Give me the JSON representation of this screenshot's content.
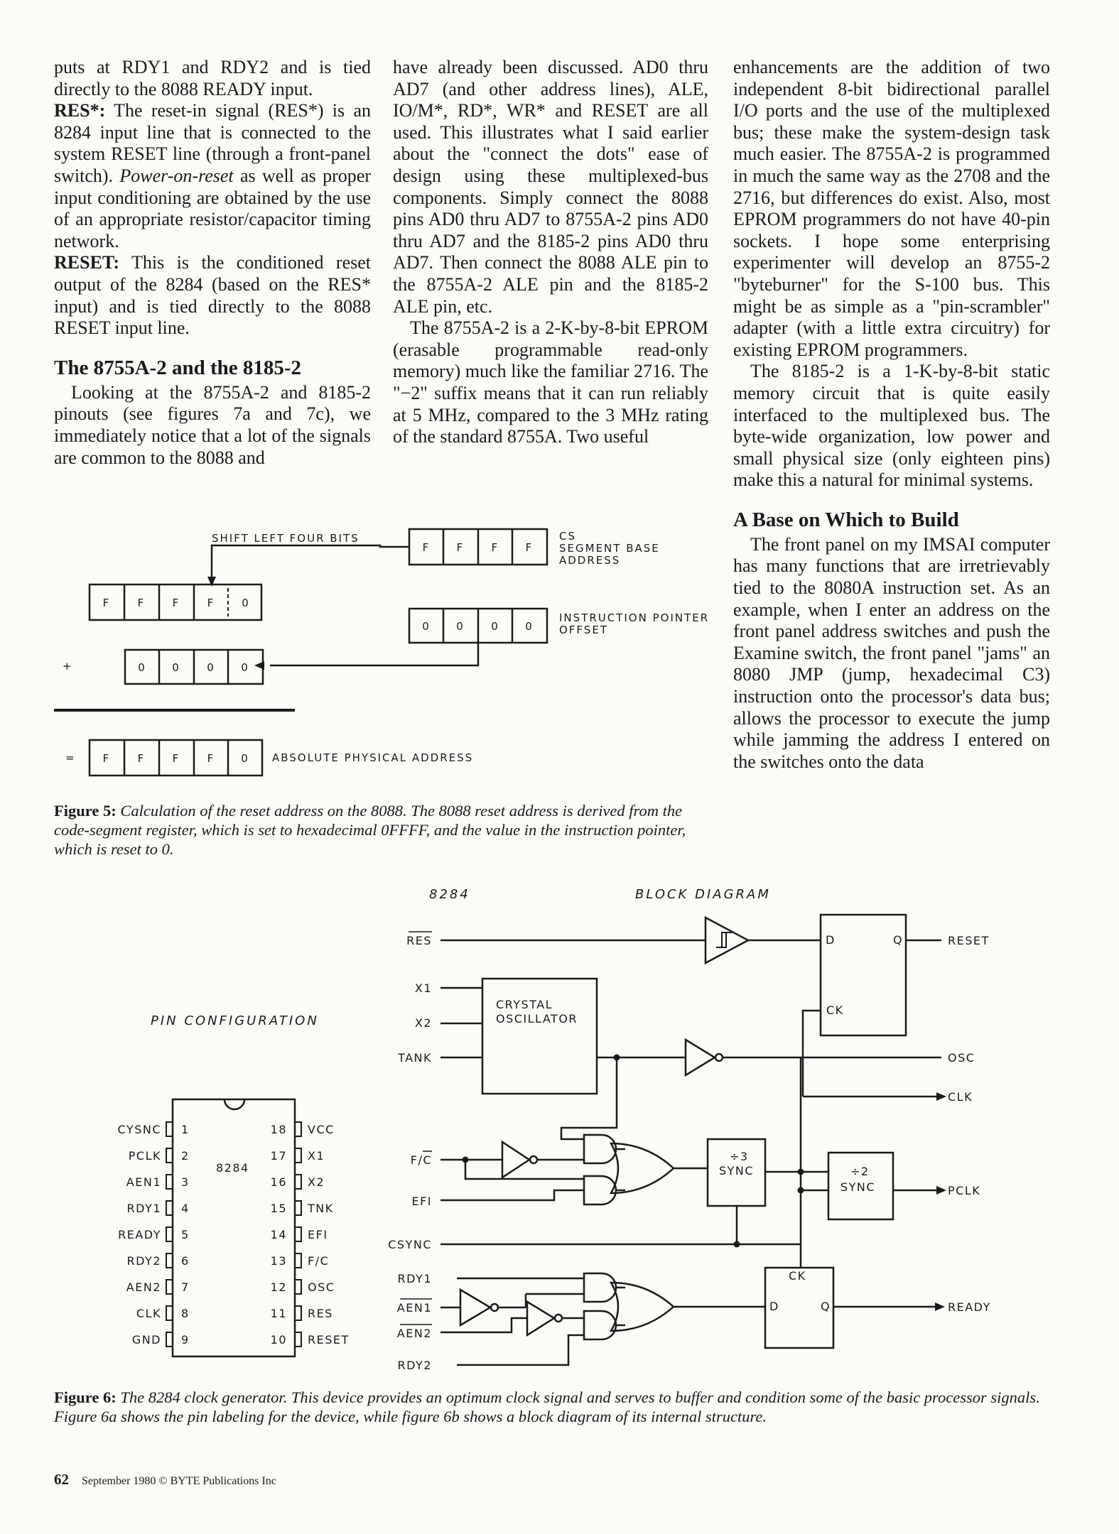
{
  "col1": {
    "p1": "puts at RDY1 and RDY2 and is tied directly to the 8088 READY input.",
    "p2_term": "RES*:",
    "p2_a": " The reset-in signal (RES*) is an 8284 input line that is connected to the system RESET line (through a front-panel switch). ",
    "p2_em": "Power-on-reset",
    "p2_b": " as well as proper input conditioning are obtained by the use of an appropriate resistor/capacitor timing network.",
    "p3_term": "RESET:",
    "p3_a": " This is the conditioned reset output of the 8284 (based on the RES* input) and is tied directly to the 8088 RESET input line.",
    "heading": "The 8755A-2 and the 8185-2",
    "p4": "Looking at the 8755A-2 and 8185-2 pinouts (see figures 7a and 7c), we immediately notice that a lot of the signals are common to the 8088 and"
  },
  "col2": {
    "p1": "have already been discussed. AD0 thru AD7 (and other address lines), ALE, IO/M*, RD*, WR* and RESET are all used. This illustrates what I said earlier about the \"connect the dots\" ease of design using these multiplexed-bus components. Simply connect the 8088 pins AD0 thru AD7 to 8755A-2 pins AD0 thru AD7 and the 8185-2 pins AD0 thru AD7. Then connect the 8088 ALE pin to the 8755A-2 ALE pin and the 8185-2 ALE pin, etc.",
    "p2": "The 8755A-2 is a 2-K-by-8-bit EPROM (erasable programmable read-only memory) much like the familiar 2716. The \"−2\" suffix means that it can run reliably at 5 MHz, compared to the 3 MHz rating of the standard 8755A. Two useful"
  },
  "col3": {
    "p1": "enhancements are the addition of two independent 8-bit bidirectional parallel I/O ports and the use of the multiplexed bus; these make the system-design task much easier. The 8755A-2 is programmed in much the same way as the 2708 and the 2716, but differences do exist. Also, most EPROM programmers do not have 40-pin sockets. I hope some enterprising experimenter will develop an 8755-2 \"byteburner\" for the S-100 bus. This might be as simple as a \"pin-scrambler\" adapter (with a little extra circuitry) for existing EPROM programmers.",
    "p2": "The 8185-2 is a 1-K-by-8-bit static memory circuit that is quite easily interfaced to the multiplexed bus. The byte-wide organization, low power and small physical size (only eighteen pins) make this a natural for minimal systems.",
    "heading": "A Base on Which to Build",
    "p3": "The front panel on my IMSAI computer has many functions that are irretrievably tied to the 8080A instruction set. As an example, when I enter an address on the front panel address switches and push the Examine switch, the front panel \"jams\" an 8080 JMP (jump, hexadecimal C3) instruction onto the processor's data bus; allows the processor to execute the jump while jamming the address I entered on the switches onto the data"
  },
  "figure5": {
    "shift_label": "SHIFT LEFT FOUR BITS",
    "cs_cells": [
      "F",
      "F",
      "F",
      "F"
    ],
    "cs_label": [
      "CS",
      "SEGMENT  BASE",
      "ADDRESS"
    ],
    "shifted_cells": [
      "F",
      "F",
      "F",
      "F",
      "0"
    ],
    "ip_cells": [
      "0",
      "0",
      "0",
      "0"
    ],
    "ip_label": [
      "INSTRUCTION  POINTER",
      "OFFSET"
    ],
    "plus": "+",
    "offset_cells": [
      "0",
      "0",
      "0",
      "0"
    ],
    "equals": "=",
    "result_cells": [
      "F",
      "F",
      "F",
      "F",
      "0"
    ],
    "result_label": "ABSOLUTE  PHYSICAL  ADDRESS",
    "caption_label": "Figure 5:",
    "caption_text": " Calculation of the reset address on the 8088. The 8088 reset address is derived from the code-segment register, which is set to hexadecimal 0FFFF, and the value in the instruction pointer, which is reset to 0."
  },
  "figure6": {
    "title_left": "8284",
    "title_right": "BLOCK  DIAGRAM",
    "pin_title": "PIN  CONFIGURATION",
    "chip_label": "8284",
    "pins_left": [
      {
        "name": "CYSNC",
        "num": "1"
      },
      {
        "name": "PCLK",
        "num": "2"
      },
      {
        "name": "AEN1",
        "num": "3"
      },
      {
        "name": "RDY1",
        "num": "4"
      },
      {
        "name": "READY",
        "num": "5"
      },
      {
        "name": "RDY2",
        "num": "6"
      },
      {
        "name": "AEN2",
        "num": "7"
      },
      {
        "name": "CLK",
        "num": "8"
      },
      {
        "name": "GND",
        "num": "9"
      }
    ],
    "pins_right": [
      {
        "name": "VCC",
        "num": "18"
      },
      {
        "name": "X1",
        "num": "17"
      },
      {
        "name": "X2",
        "num": "16"
      },
      {
        "name": "TNK",
        "num": "15"
      },
      {
        "name": "EFI",
        "num": "14"
      },
      {
        "name": "F/C",
        "num": "13"
      },
      {
        "name": "OSC",
        "num": "12"
      },
      {
        "name": "RES",
        "num": "11"
      },
      {
        "name": "RESET",
        "num": "10"
      }
    ],
    "inputs": [
      "RES",
      "X1",
      "X2",
      "TANK",
      "F/C",
      "EFI",
      "CSYNC",
      "RDY1",
      "AEN1",
      "AEN2",
      "RDY2"
    ],
    "crystal_label": [
      "CRYSTAL",
      "OSCILLATOR"
    ],
    "div3_label": [
      "÷3",
      "SYNC"
    ],
    "div2_label": [
      "÷2",
      "SYNC"
    ],
    "ff_labels": {
      "d": "D",
      "q": "Q",
      "ck": "CK"
    },
    "outputs": [
      "RESET",
      "OSC",
      "CLK",
      "PCLK",
      "READY"
    ],
    "caption_label": "Figure 6:",
    "caption_text": " The 8284 clock generator. This device provides an optimum clock signal and serves to buffer and condition some of the basic processor signals. Figure 6a shows the pin labeling for the device, while figure 6b shows a block diagram of its internal structure."
  },
  "footer": {
    "page": "62",
    "line": "September 1980 © BYTE Publications Inc"
  }
}
